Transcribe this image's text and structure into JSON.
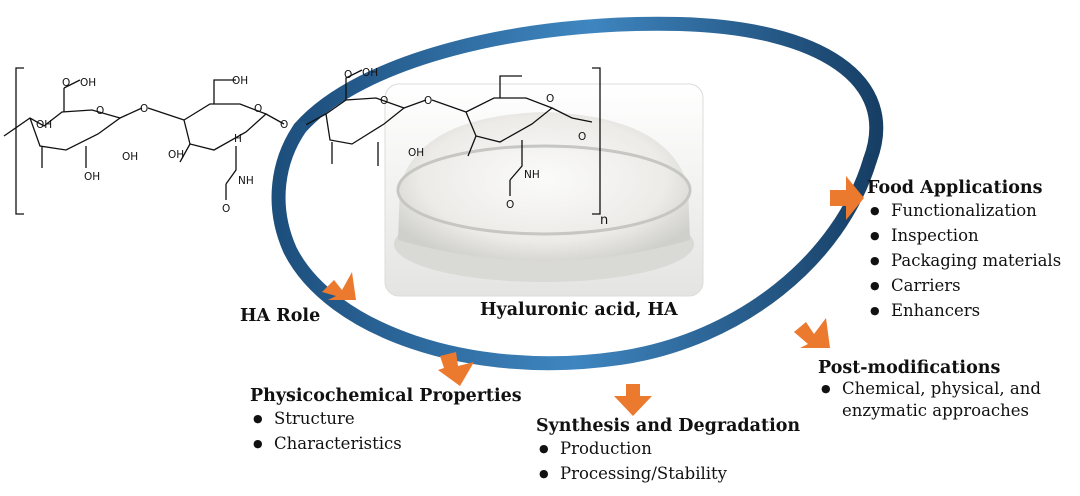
{
  "structure": {
    "groups": [
      "OH",
      "OH",
      "OH",
      "OH",
      "OH",
      "OH",
      "OH",
      "OH",
      "H",
      "NH",
      "NH"
    ],
    "oxygens": [
      "O",
      "O",
      "O",
      "O",
      "O",
      "O",
      "O",
      "O",
      "O",
      "O",
      "O",
      "O"
    ],
    "repeat_subscript": "n"
  },
  "center_label": "Hyaluronic acid, HA",
  "role_label": "HA Role",
  "sections": {
    "food": {
      "title": "Food Applications",
      "items": [
        "Functionalization",
        "Inspection",
        "Packaging materials",
        "Carriers",
        "Enhancers"
      ]
    },
    "post": {
      "title": "Post-modifications",
      "items": [
        "Chemical, physical, and enzymatic approaches"
      ]
    },
    "physico": {
      "title": "Physicochemical Properties",
      "items": [
        "Structure",
        "Characteristics"
      ]
    },
    "synthesis": {
      "title": "Synthesis and Degradation",
      "items": [
        "Production",
        "Processing/Stability"
      ]
    }
  },
  "colors": {
    "ring": "#2f6fa5",
    "ring_dark": "#173f66",
    "arrow": "#ec7a2e",
    "powder": "#f1f1ee"
  },
  "icons": [
    "orange-arrow-icon",
    "bullet-icon"
  ]
}
